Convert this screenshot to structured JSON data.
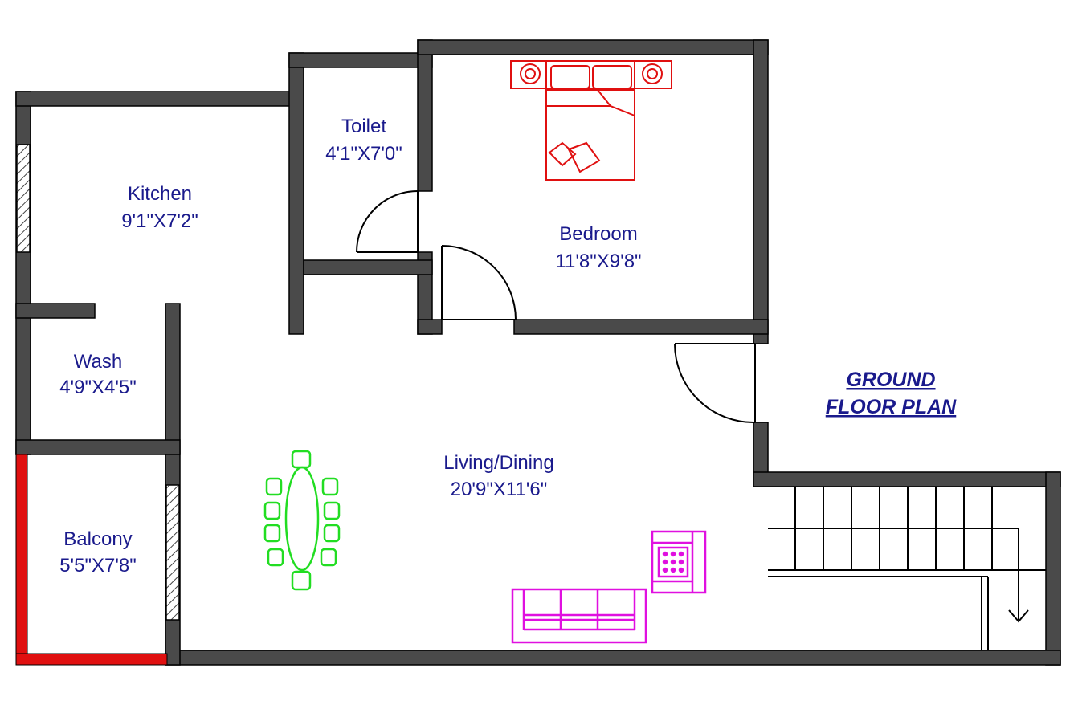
{
  "plan_title": [
    "GROUND",
    "FLOOR PLAN"
  ],
  "rooms": [
    {
      "name": "Toilet",
      "dimensions": "4'1\"X7'0\""
    },
    {
      "name": "Kitchen",
      "dimensions": "9'1\"X7'2\""
    },
    {
      "name": "Bedroom",
      "dimensions": "11'8\"X9'8\""
    },
    {
      "name": "Wash",
      "dimensions": "4'9\"X4'5\""
    },
    {
      "name": "Living/Dining",
      "dimensions": "20'9\"X11'6\""
    },
    {
      "name": "Balcony",
      "dimensions": "5'5\"X7'8\""
    }
  ],
  "colors": {
    "wall_fill": "#4a4a4a",
    "label_text": "#1a1a8c",
    "title_text": "#1a1a8c",
    "bed": "#e01010",
    "dining_set": "#22dd22",
    "sofa": "#e010e0",
    "balcony_parapet": "#e01010",
    "door_swing": "#000000"
  },
  "icons": [
    "bed-icon",
    "dining-table-icon",
    "sofa-icon",
    "armchair-icon",
    "staircase-icon",
    "down-arrow-icon",
    "window-icon",
    "door-icon"
  ]
}
